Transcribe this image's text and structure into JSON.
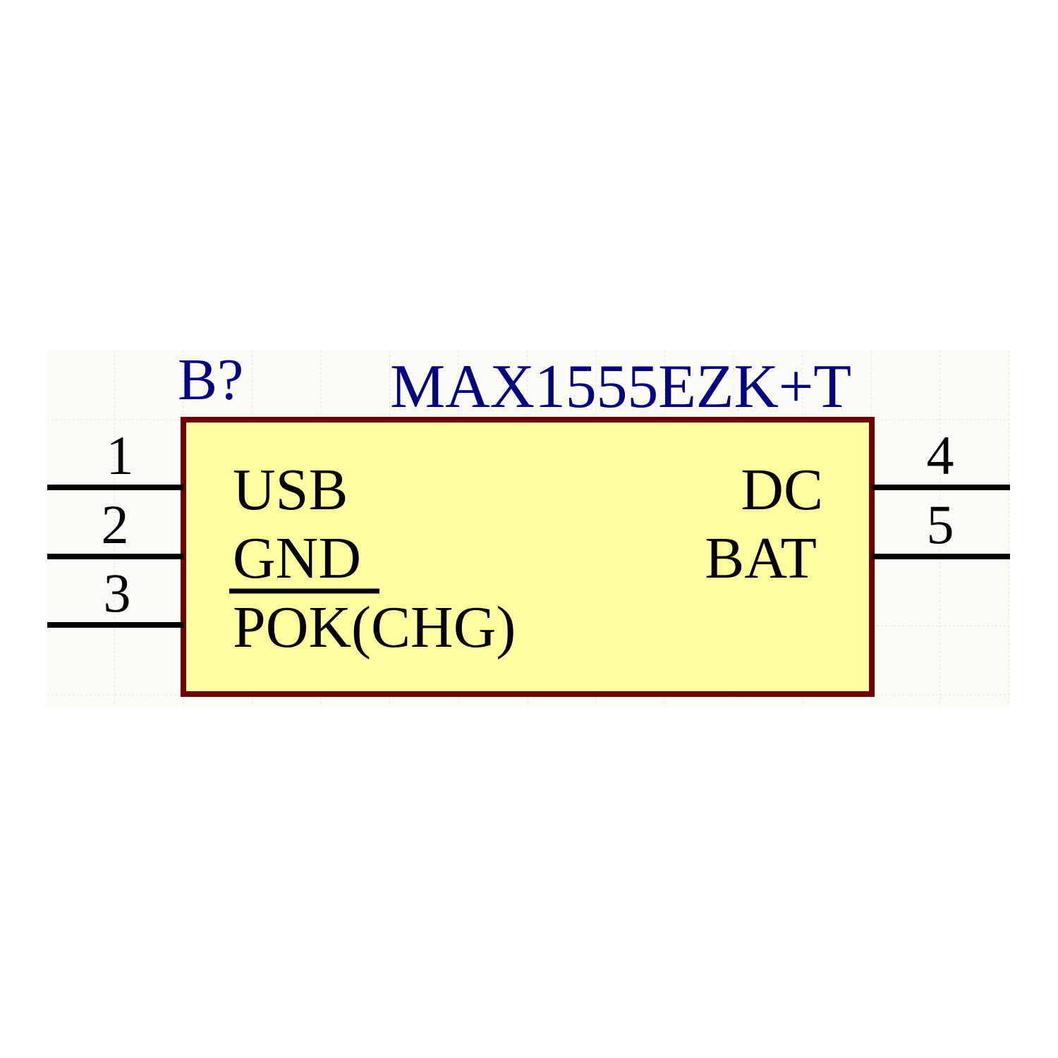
{
  "component": {
    "designator": "B?",
    "part_number": "MAX1555EZK+T",
    "colors": {
      "body_fill": "#ffffa0",
      "body_border": "#6f0000",
      "label_text": "#000080",
      "pin": "#000000",
      "sheet": "#fdfbf6",
      "grid": "#e8e4dc"
    },
    "left_pins": [
      {
        "number": "1",
        "name": "USB",
        "overline": false
      },
      {
        "number": "2",
        "name": "GND",
        "overline": false
      },
      {
        "number": "3",
        "name": "POK(CHG)",
        "overline": true
      }
    ],
    "right_pins": [
      {
        "number": "4",
        "name": "DC"
      },
      {
        "number": "5",
        "name": "BAT"
      }
    ]
  }
}
